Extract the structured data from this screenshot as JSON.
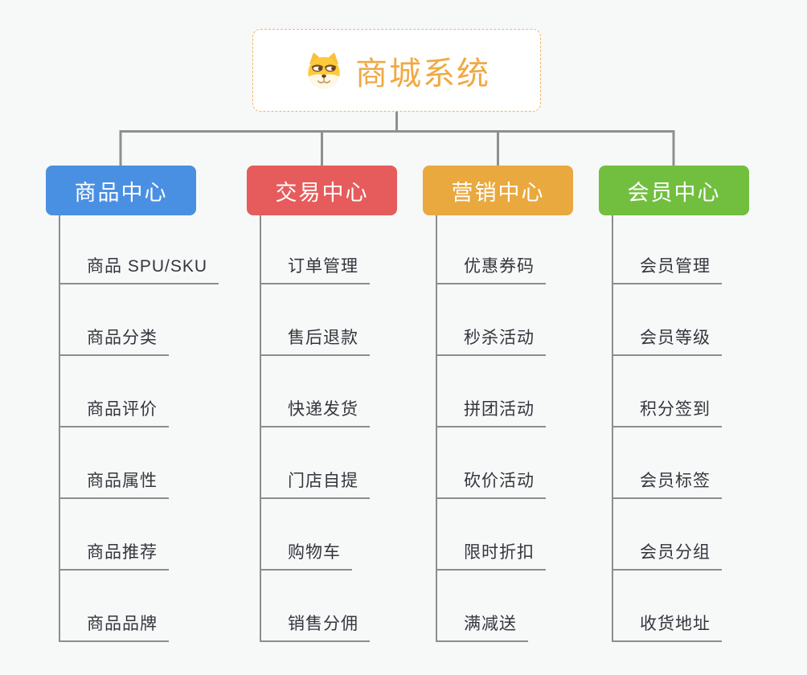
{
  "root": {
    "label": "商城系统"
  },
  "branches": [
    {
      "label": "商品中心",
      "color": "#4A90E2",
      "items": [
        "商品 SPU/SKU",
        "商品分类",
        "商品评价",
        "商品属性",
        "商品推荐",
        "商品品牌"
      ]
    },
    {
      "label": "交易中心",
      "color": "#E65C5C",
      "items": [
        "订单管理",
        "售后退款",
        "快递发货",
        "门店自提",
        "购物车",
        "销售分佣"
      ]
    },
    {
      "label": "营销中心",
      "color": "#E9A93F",
      "items": [
        "优惠券码",
        "秒杀活动",
        "拼团活动",
        "砍价活动",
        "限时折扣",
        "满减送"
      ]
    },
    {
      "label": "会员中心",
      "color": "#72BF40",
      "items": [
        "会员管理",
        "会员等级",
        "积分签到",
        "会员标签",
        "会员分组",
        "收货地址"
      ]
    }
  ],
  "icons": {
    "root_icon": "dog-face-icon"
  },
  "colors": {
    "background": "#F7F8F8",
    "connector": "#8F8F8F",
    "underline": "#8D8D8D",
    "item_text": "#33373D",
    "root_text": "#F0A943",
    "root_border": "#F0B466",
    "branch_text": "#FFFFFF"
  }
}
